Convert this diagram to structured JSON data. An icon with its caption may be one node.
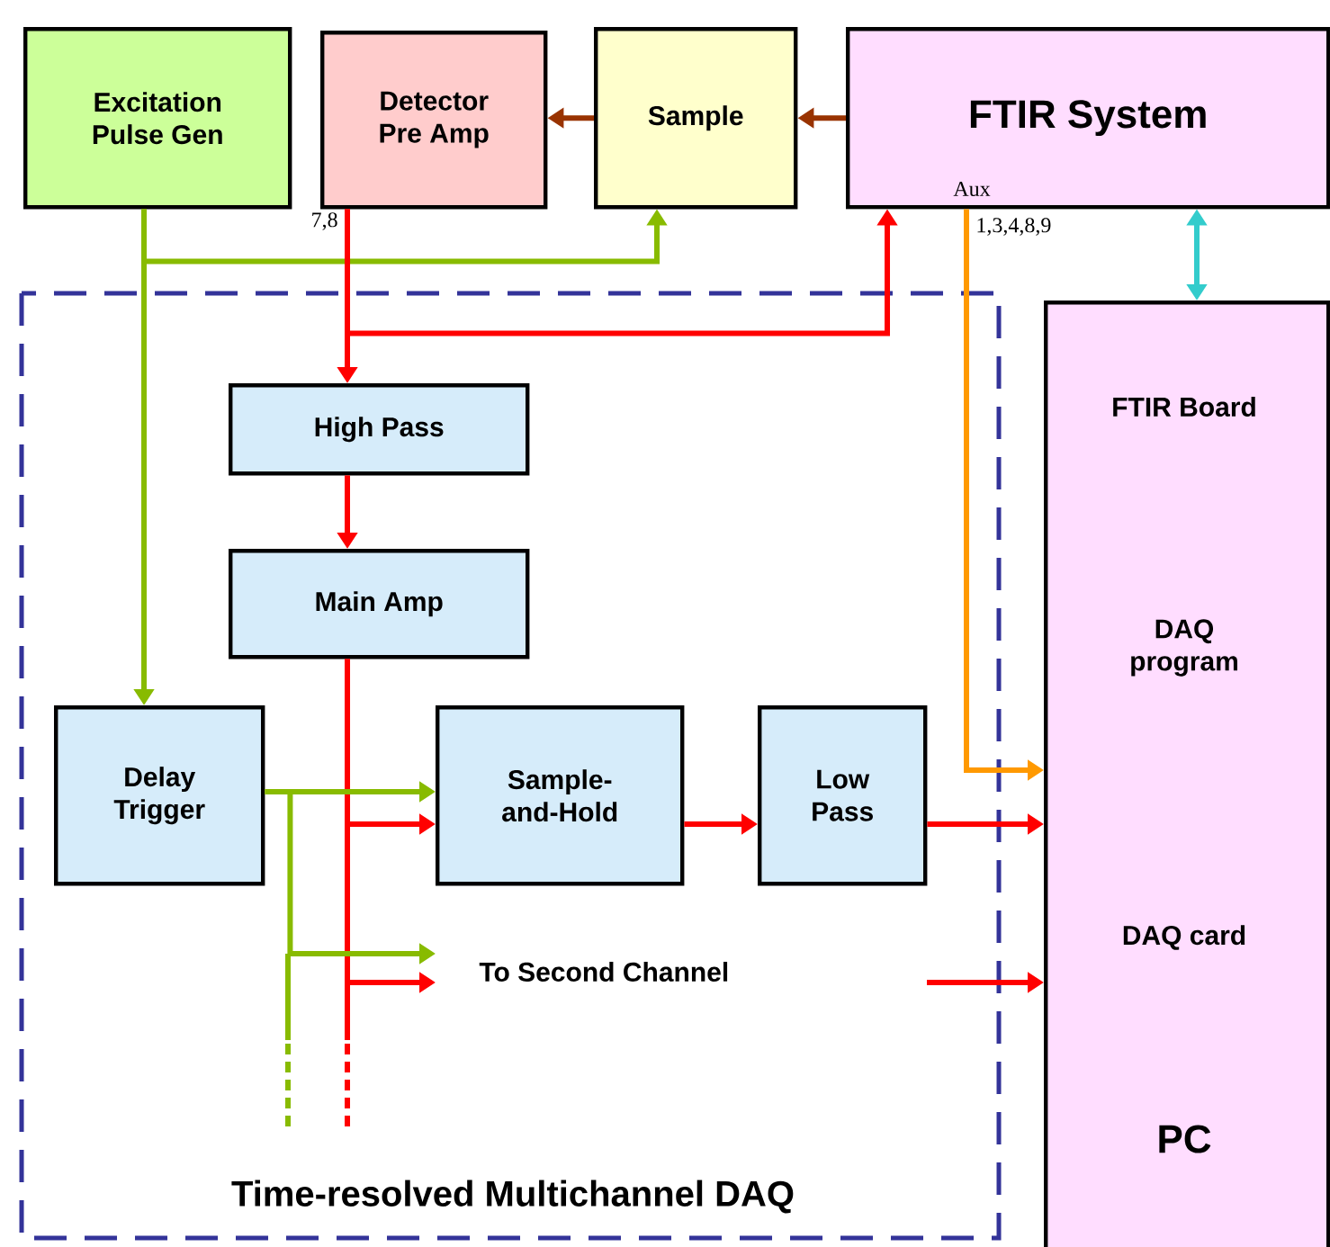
{
  "diagram": {
    "nodes": [
      {
        "text": [
          "Excitation Pulse Gen"
        ]
      },
      {
        "text": [
          "Detector Pre Amp"
        ]
      },
      {
        "text": [
          "Sample"
        ]
      },
      {
        "text": [
          "FTIR System"
        ]
      },
      {
        "text": [
          "Time-resolved Multichannel DAQ"
        ]
      },
      {
        "text": [
          "High Pass"
        ],
        "in": 4
      },
      {
        "text": [
          "Main Amp"
        ],
        "in": 4
      },
      {
        "text": [
          "Delay Trigger"
        ],
        "in": 4
      },
      {
        "text": [
          "Sample-and-Hold"
        ],
        "in": 4
      },
      {
        "text": [
          "Low Pass"
        ],
        "in": 4
      },
      {
        "text": [
          "To Second Channel"
        ],
        "in": 4
      },
      {
        "text": [
          "FTIR Board",
          "DAQ program",
          "DAQ card",
          "PC"
        ]
      }
    ],
    "edges": [
      {
        "from": 3,
        "to": 2,
        "arrow": "to",
        "color": "#993300"
      },
      {
        "from": 2,
        "to": 1,
        "arrow": "to",
        "color": "#993300"
      },
      {
        "from": 0,
        "to": 2,
        "arrow": "to",
        "color": "#88bb00"
      },
      {
        "from": 0,
        "to": 7,
        "arrow": "to",
        "color": "#88bb00"
      },
      {
        "from": 1,
        "to": 5,
        "arrow": "to"
      },
      {
        "from": 1,
        "to": 3,
        "arrow": "to"
      },
      {
        "from": 5,
        "to": 6,
        "arrow": "to"
      },
      {
        "from": 6,
        "to": 8,
        "arrow": "to"
      },
      {
        "from": 6,
        "to": 10,
        "arrow": "to"
      },
      {
        "from": 7,
        "to": 8,
        "arrow": "to",
        "color": "#88bb00"
      },
      {
        "from": 7,
        "to": 10,
        "arrow": "to",
        "color": "#88bb00"
      },
      {
        "from": 8,
        "to": 9,
        "arrow": "to"
      },
      {
        "from": 9,
        "to": 11,
        "arrow": "to"
      },
      {
        "from": 3,
        "to": 11,
        "arrow": "to",
        "color": "#ff9900"
      },
      {
        "from": 3,
        "to": 11,
        "arrow": "both",
        "color": "#33cccc"
      },
      {
        "from": null,
        "to": 11,
        "arrow": "to"
      }
    ],
    "labels": [
      "7,8",
      "Aux",
      "1,3,4,8,9"
    ]
  }
}
